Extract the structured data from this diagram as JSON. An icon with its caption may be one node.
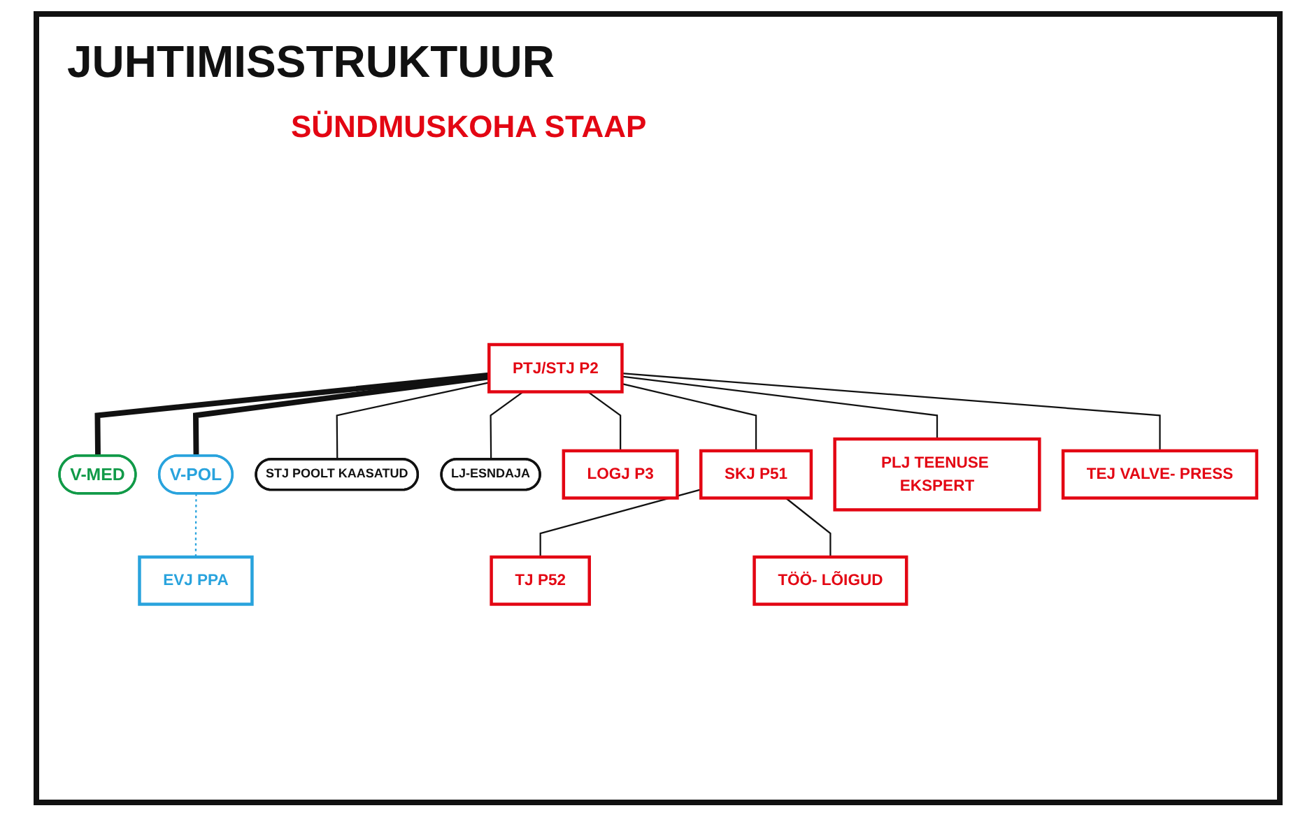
{
  "diagram": {
    "title": "JUHTIMISSTRUKTUUR",
    "nodes": [
      {
        "text": [
          "PTJ/STJ P2"
        ]
      },
      {
        "text": [
          "V-MED"
        ]
      },
      {
        "text": [
          "V-POL"
        ]
      },
      {
        "text": [
          "STJ POOLT KAASATUD"
        ]
      },
      {
        "text": [
          "LJ-ESNDAJA"
        ]
      },
      {
        "text": [
          "LOGJ P3"
        ]
      },
      {
        "text": [
          "SKJ P51"
        ]
      },
      {
        "text": [
          "PLJ TEENUSE EKSPERT"
        ]
      },
      {
        "text": [
          "TEJ VALVE- PRESS"
        ]
      },
      {
        "text": [
          "EVJ PPA"
        ]
      },
      {
        "text": [
          "TJ P52"
        ]
      },
      {
        "text": [
          "TÖÖ- LÕIGUD"
        ]
      }
    ],
    "edges": [
      {
        "from": 1,
        "to": 0,
        "arrow": "none",
        "style": "thick"
      },
      {
        "from": 0,
        "to": 2,
        "arrow": "none",
        "style": "thick"
      },
      {
        "from": 0,
        "to": 3,
        "arrow": "none"
      },
      {
        "from": 0,
        "to": 4,
        "arrow": "none"
      },
      {
        "from": 0,
        "to": 5,
        "arrow": "none"
      },
      {
        "from": 0,
        "to": 6,
        "arrow": "none"
      },
      {
        "from": 0,
        "to": 7,
        "arrow": "none"
      },
      {
        "from": 0,
        "to": 8,
        "arrow": "none"
      },
      {
        "from": 2,
        "to": 9,
        "arrow": "none",
        "style": "dashed",
        "color": "#29a3dd"
      },
      {
        "from": 6,
        "to": 10,
        "arrow": "none"
      },
      {
        "from": 6,
        "to": 11,
        "arrow": "none"
      }
    ],
    "labels": [
      "SÜNDMUSKOHA STAAP"
    ]
  }
}
